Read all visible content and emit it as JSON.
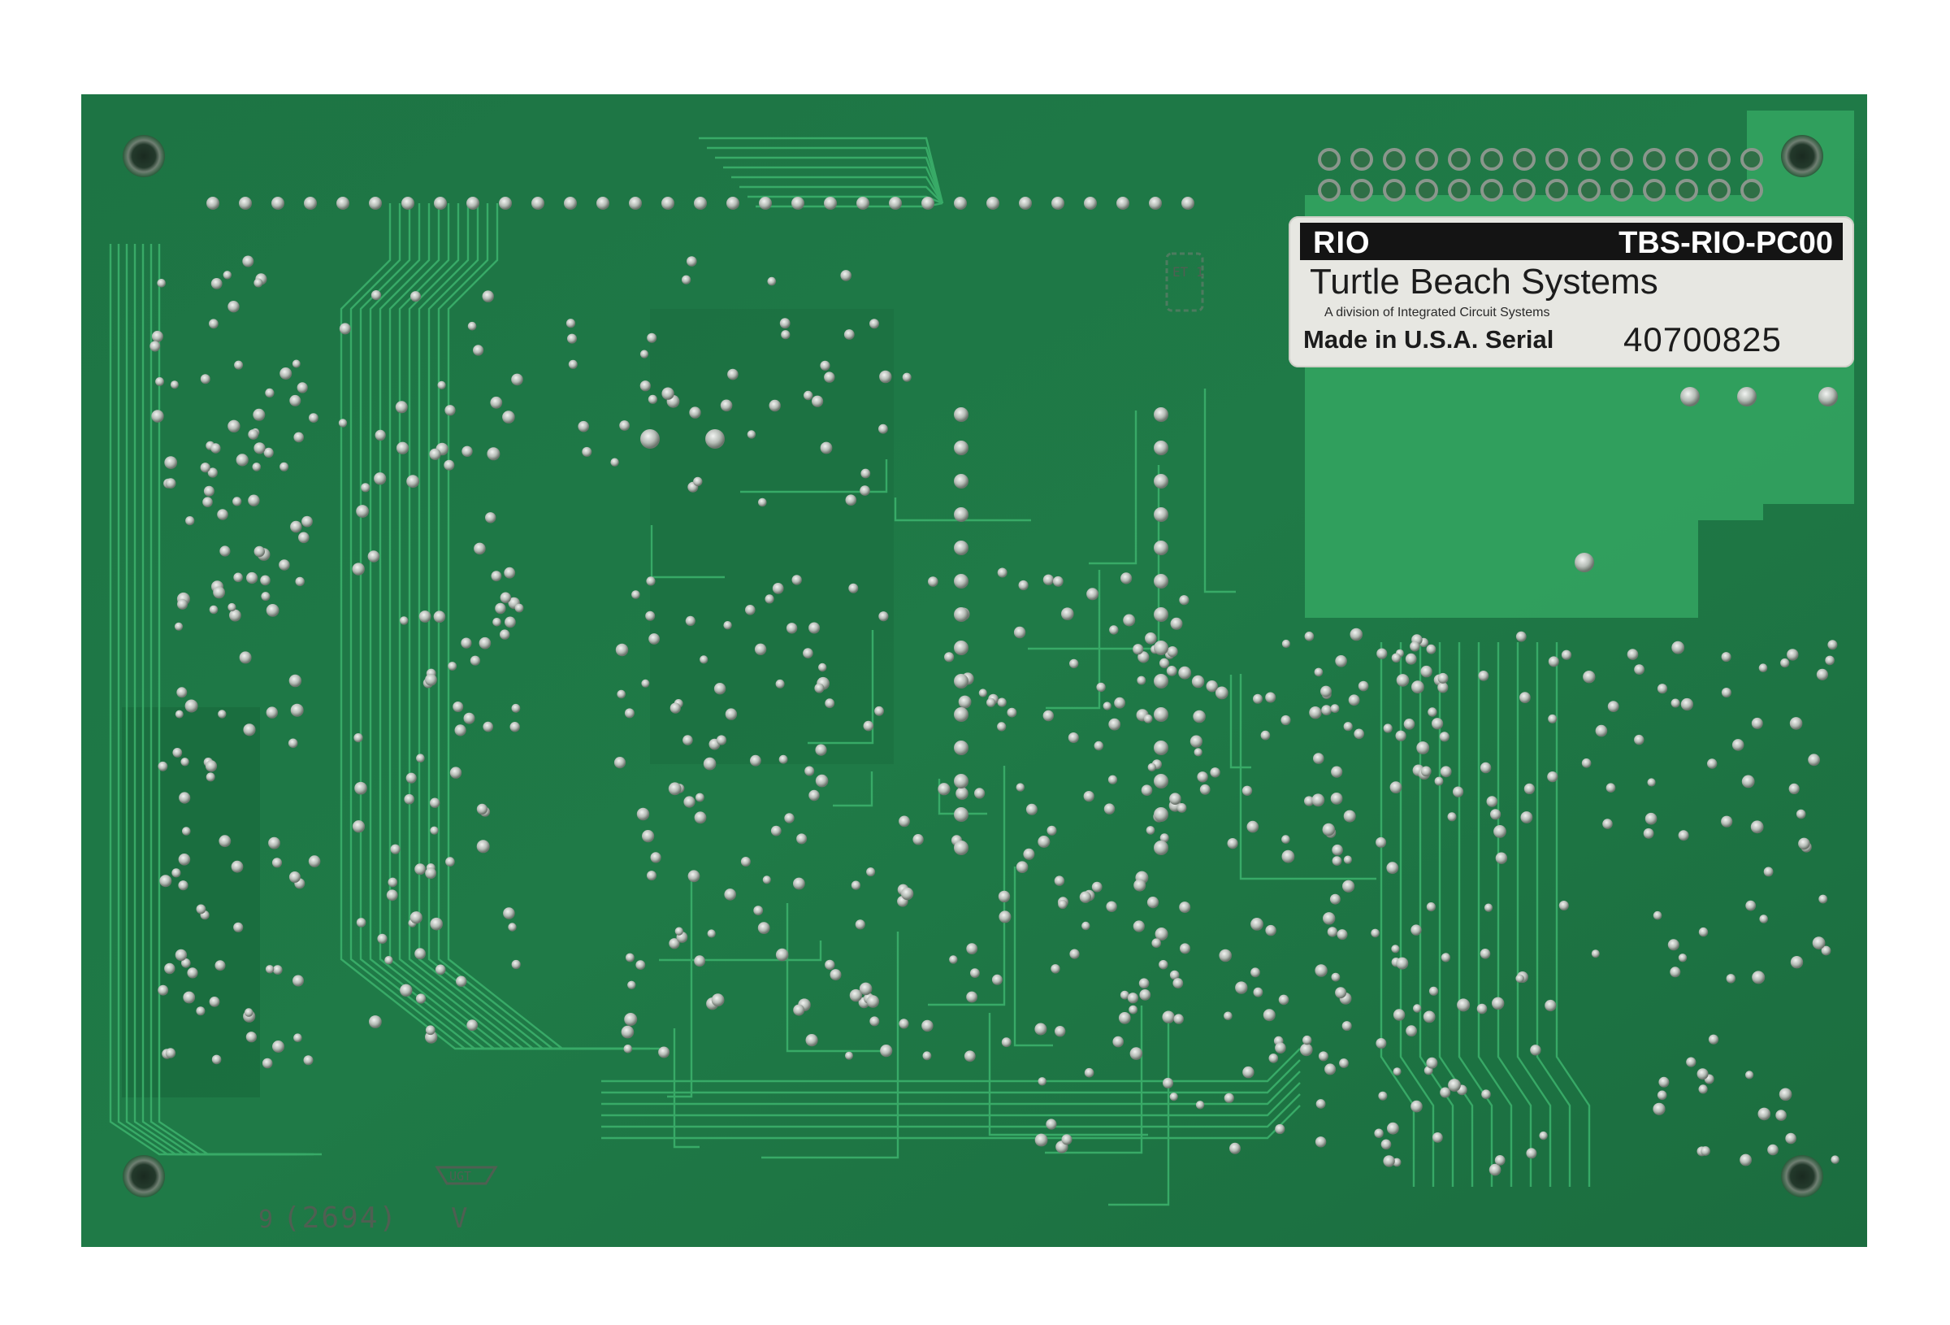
{
  "scene": {
    "description": "green printed circuit board, solder side",
    "colors": {
      "background": "#ffffff",
      "board": "#1f7a47",
      "board_dark": "#18683b",
      "trace": "#2f9f5f",
      "via": "#b8c0b8",
      "pad": "#c6cbc6",
      "label": "#e7e7e2",
      "label_bar": "#141414"
    }
  },
  "label": {
    "model_short": "RIO",
    "part_number": "TBS-RIO-PC00",
    "company": "Turtle Beach Systems",
    "division": "A division of Integrated Circuit Systems",
    "origin": "Made in U.S.A. Serial",
    "serial": "40700825"
  },
  "silkscreen": {
    "board_code_left": "9",
    "board_code": "(2694)",
    "mark": "V",
    "stamp": "ET 1",
    "logo": "UGT"
  }
}
